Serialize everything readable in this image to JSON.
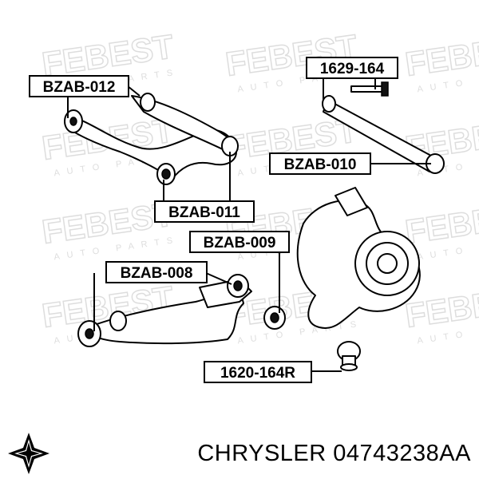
{
  "watermark": {
    "brand": "FEBEST",
    "sub": "AUTO PARTS"
  },
  "callouts": [
    {
      "id": "bzab-012",
      "text": "BZAB-012"
    },
    {
      "id": "1629-164",
      "text": "1629-164"
    },
    {
      "id": "bzab-010",
      "text": "BZAB-010"
    },
    {
      "id": "bzab-011",
      "text": "BZAB-011"
    },
    {
      "id": "bzab-009",
      "text": "BZAB-009"
    },
    {
      "id": "bzab-008",
      "text": "BZAB-008"
    },
    {
      "id": "1620-164r",
      "text": "1620-164R"
    }
  ],
  "footer": {
    "brand_part": "CHRYSLER 04743238AA",
    "logo_icon": "chrysler-pentastar-icon"
  }
}
